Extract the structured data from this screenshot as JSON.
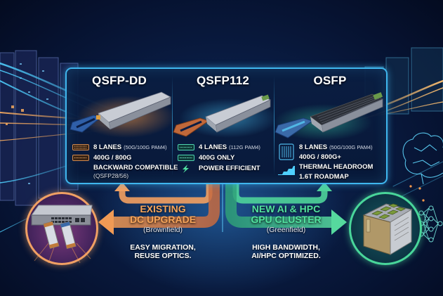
{
  "colors": {
    "panel_border": "#3fb6ee",
    "orange_accent": "#f6a55a",
    "green_accent": "#52e3a0",
    "background": "#06122e"
  },
  "modules": [
    {
      "name": "QSFP-DD",
      "accent": "#2f5fa8",
      "specs": [
        {
          "icon": "connector-pins-icon",
          "text": "8 LANES",
          "sub": "(50G/100G PAM4)"
        },
        {
          "icon": "connector-pins-icon",
          "text": "400G / 800G",
          "sub": ""
        },
        {
          "icon": "",
          "text": "BACKWARD COMPATIBLE",
          "sub": "(QSFP28/56)"
        }
      ]
    },
    {
      "name": "QSFP112",
      "accent": "#c0683a",
      "specs": [
        {
          "icon": "connector-pins-icon",
          "text": "4 LANES",
          "sub": "(112G PAM4)"
        },
        {
          "icon": "connector-pins-icon",
          "text": "400G ONLY",
          "sub": ""
        },
        {
          "icon": "lightning-bolt-icon",
          "text": "POWER EFFICIENT",
          "sub": ""
        }
      ]
    },
    {
      "name": "OSFP",
      "accent": "#2f5fa8",
      "specs": [
        {
          "icon": "heatsink-chip-icon",
          "text": "8 LANES",
          "sub": "(50G/100G PAM4)"
        },
        {
          "icon": "",
          "text": "400G / 800G+",
          "sub": ""
        },
        {
          "icon": "roadmap-stairs-icon",
          "text": "THERMAL HEADROOM",
          "sub": ""
        },
        {
          "icon": "",
          "text": "1.6T ROADMAP",
          "sub": ""
        }
      ]
    }
  ],
  "paths": {
    "left": {
      "title_line1": "EXISTING",
      "title_line2": "DC UPGRADE",
      "subtitle": "(Brownfield)",
      "desc_line1": "EASY MIGRATION,",
      "desc_line2": "REUSE OPTICS.",
      "icon": "network-switch-icon"
    },
    "right": {
      "title_line1": "NEW AI & HPC",
      "title_line2": "GPU CLUSTER",
      "subtitle": "(Greenfield)",
      "desc_line1": "HIGH BANDWIDTH,",
      "desc_line2": "AI/HPC OPTIMIZED.",
      "icon": "gpu-server-icon"
    }
  },
  "decorations": [
    "server-rack-icon",
    "brain-circuit-icon",
    "neural-network-icon"
  ]
}
